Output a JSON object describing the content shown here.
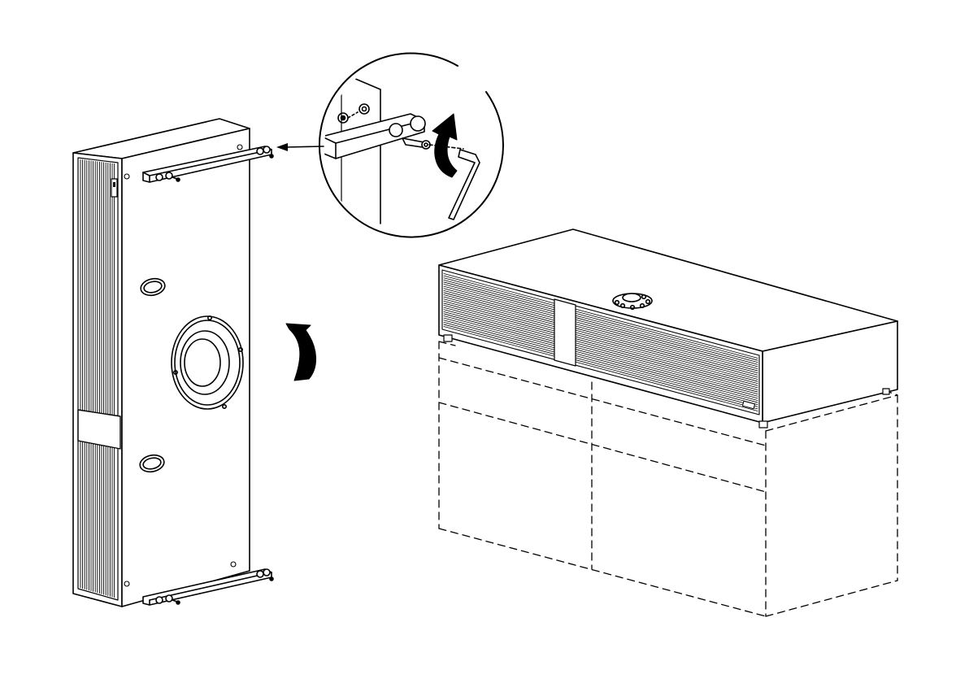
{
  "figure": {
    "kind": "assembly-illustration",
    "background": "#ffffff",
    "ink": "#000000",
    "parts": [
      "speaker-upright",
      "mounting-bracket-top",
      "mounting-bracket-bottom",
      "woofer",
      "detail-callout",
      "hex-key",
      "rotate-arrow",
      "speaker-installed",
      "cabinet-outline"
    ],
    "icons": [
      "arrow-left-icon",
      "rotate-arrow-icon",
      "hex-key-icon"
    ]
  }
}
